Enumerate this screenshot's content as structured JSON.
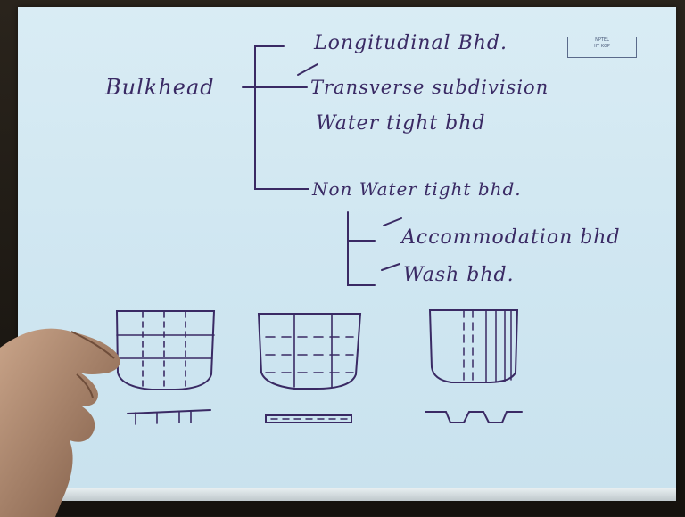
{
  "board": {
    "root_label": "Bulkhead",
    "branches": {
      "longitudinal": "Longitudinal Bhd.",
      "transverse": "Transverse subdivision",
      "water_tight": "Water tight bhd",
      "non_water_tight": "Non Water tight bhd."
    },
    "sub_branches": {
      "accommodation": "Accommodation bhd",
      "wash": "Wash bhd."
    },
    "stamp_text": "NPTEL\nIIT KGP"
  },
  "colors": {
    "paper": "#d4e9f3",
    "ink": "#3a2a64",
    "background": "#1a1712"
  }
}
